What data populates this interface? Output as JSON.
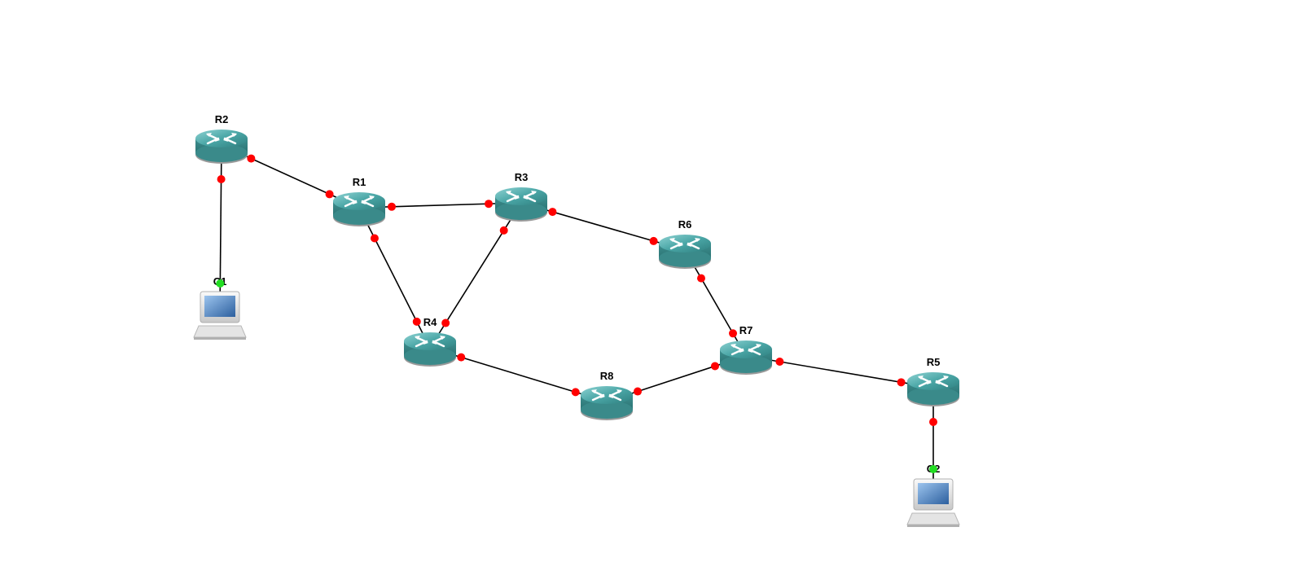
{
  "colors": {
    "router_top": "#4aa8a8",
    "router_body": "#3a8a8a",
    "router_shadow": "#9a9a9a",
    "link": "#000000",
    "port_down": "#ff0000",
    "port_up": "#22dd22",
    "background": "#ffffff"
  },
  "nodes": [
    {
      "id": "R2",
      "label": "R2",
      "type": "router",
      "icon": "router-icon"
    },
    {
      "id": "R1",
      "label": "R1",
      "type": "router",
      "icon": "router-icon"
    },
    {
      "id": "R3",
      "label": "R3",
      "type": "router",
      "icon": "router-icon"
    },
    {
      "id": "R6",
      "label": "R6",
      "type": "router",
      "icon": "router-icon"
    },
    {
      "id": "R4",
      "label": "R4",
      "type": "router",
      "icon": "router-icon"
    },
    {
      "id": "R7",
      "label": "R7",
      "type": "router",
      "icon": "router-icon"
    },
    {
      "id": "R8",
      "label": "R8",
      "type": "router",
      "icon": "router-icon"
    },
    {
      "id": "R5",
      "label": "R5",
      "type": "router",
      "icon": "router-icon"
    },
    {
      "id": "C1",
      "label": "C1",
      "type": "pc",
      "icon": "computer-icon"
    },
    {
      "id": "C2",
      "label": "C2",
      "type": "pc",
      "icon": "computer-icon"
    }
  ],
  "links": [
    {
      "from": "R2",
      "to": "R1",
      "status_a": "down",
      "status_b": "down"
    },
    {
      "from": "R2",
      "to": "C1",
      "status_a": "down",
      "status_b": "up"
    },
    {
      "from": "R1",
      "to": "R3",
      "status_a": "down",
      "status_b": "down"
    },
    {
      "from": "R1",
      "to": "R4",
      "status_a": "down",
      "status_b": "down"
    },
    {
      "from": "R3",
      "to": "R4",
      "status_a": "down",
      "status_b": "down"
    },
    {
      "from": "R3",
      "to": "R6",
      "status_a": "down",
      "status_b": "down"
    },
    {
      "from": "R6",
      "to": "R7",
      "status_a": "down",
      "status_b": "down"
    },
    {
      "from": "R4",
      "to": "R8",
      "status_a": "down",
      "status_b": "down"
    },
    {
      "from": "R8",
      "to": "R7",
      "status_a": "down",
      "status_b": "down"
    },
    {
      "from": "R7",
      "to": "R5",
      "status_a": "down",
      "status_b": "down"
    },
    {
      "from": "R5",
      "to": "C2",
      "status_a": "down",
      "status_b": "up"
    }
  ]
}
